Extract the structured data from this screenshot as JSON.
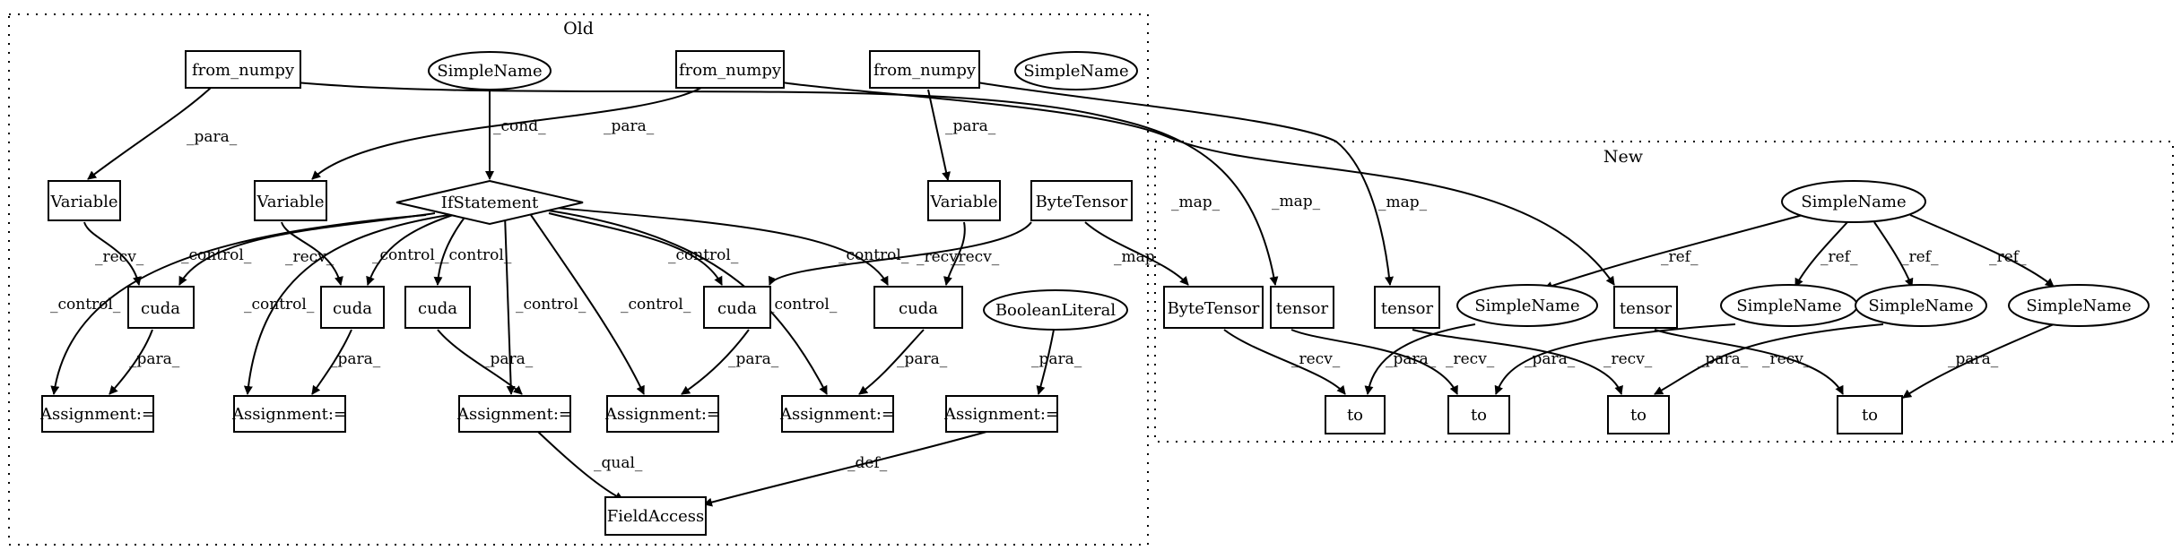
{
  "clusters": {
    "old": {
      "label": "Old"
    },
    "new": {
      "label": "New"
    }
  },
  "nodes": {
    "fn1": "from_numpy",
    "sn_old1": "SimpleName",
    "fn2": "from_numpy",
    "fn3": "from_numpy",
    "sn_old2": "SimpleName",
    "var1": "Variable",
    "var2": "Variable",
    "ifs": "IfStatement",
    "var3": "Variable",
    "bt_old": "ByteTensor",
    "cuda1": "cuda",
    "cuda2": "cuda",
    "cuda3": "cuda",
    "cuda4": "cuda",
    "cuda5": "cuda",
    "bool": "BooleanLiteral",
    "as1": "Assignment:=",
    "as2": "Assignment:=",
    "as3": "Assignment:=",
    "as4": "Assignment:=",
    "as5": "Assignment:=",
    "as6": "Assignment:=",
    "fa": "FieldAccess",
    "sn_top": "SimpleName",
    "bt_new": "ByteTensor",
    "tensor1": "tensor",
    "tensor2": "tensor",
    "sn_a": "SimpleName",
    "tensor3": "tensor",
    "sn_b": "SimpleName",
    "sn_c": "SimpleName",
    "sn_d": "SimpleName",
    "to1": "to",
    "to2": "to",
    "to3": "to",
    "to4": "to"
  },
  "edge_labels": {
    "fn1_var1": "_para_",
    "fn1_tensor1": "_map_",
    "fn2_var2": "_para_",
    "fn2_tensor3": "_map_",
    "fn3_var3": "_para_",
    "fn3_tensor2": "_map_",
    "sn_ifs": "_cond_",
    "var1_cuda1": "_recv_",
    "var2_cuda2": "_recv_",
    "var3_cuda5": "_recv_",
    "bt_cuda4": "_recv_",
    "bt_btnew": "_map_",
    "ifs_as1": "_control_",
    "ifs_cuda1": "_control_",
    "ifs_as2": "_control_",
    "ifs_cuda2": "_control_",
    "ifs_cuda3": "_control_",
    "ifs_as3": "_control_",
    "ifs_as4": "_control_",
    "ifs_cuda4": "_control_",
    "ifs_as5": "_control_",
    "ifs_cuda5": "_control_",
    "cuda1_as1": "_para_",
    "cuda2_as2": "_para_",
    "cuda3_as3": "_para_",
    "cuda4_as4": "_para_",
    "cuda5_as5": "_para_",
    "bool_as6": "_para_",
    "as3_fa": "_qual_",
    "as6_fa": "_def_",
    "sntop_sna": "_ref_",
    "sntop_snb": "_ref_",
    "sntop_snc": "_ref_",
    "sntop_snd": "_ref_",
    "btnew_to1": "_recv_",
    "sna_to1": "_para_",
    "tensor1_to2": "_recv_",
    "snb_to2": "_para_",
    "tensor2_to3": "_recv_",
    "snc_to3": "_para_",
    "tensor3_to4": "_recv_",
    "snd_to4": "_para_"
  }
}
